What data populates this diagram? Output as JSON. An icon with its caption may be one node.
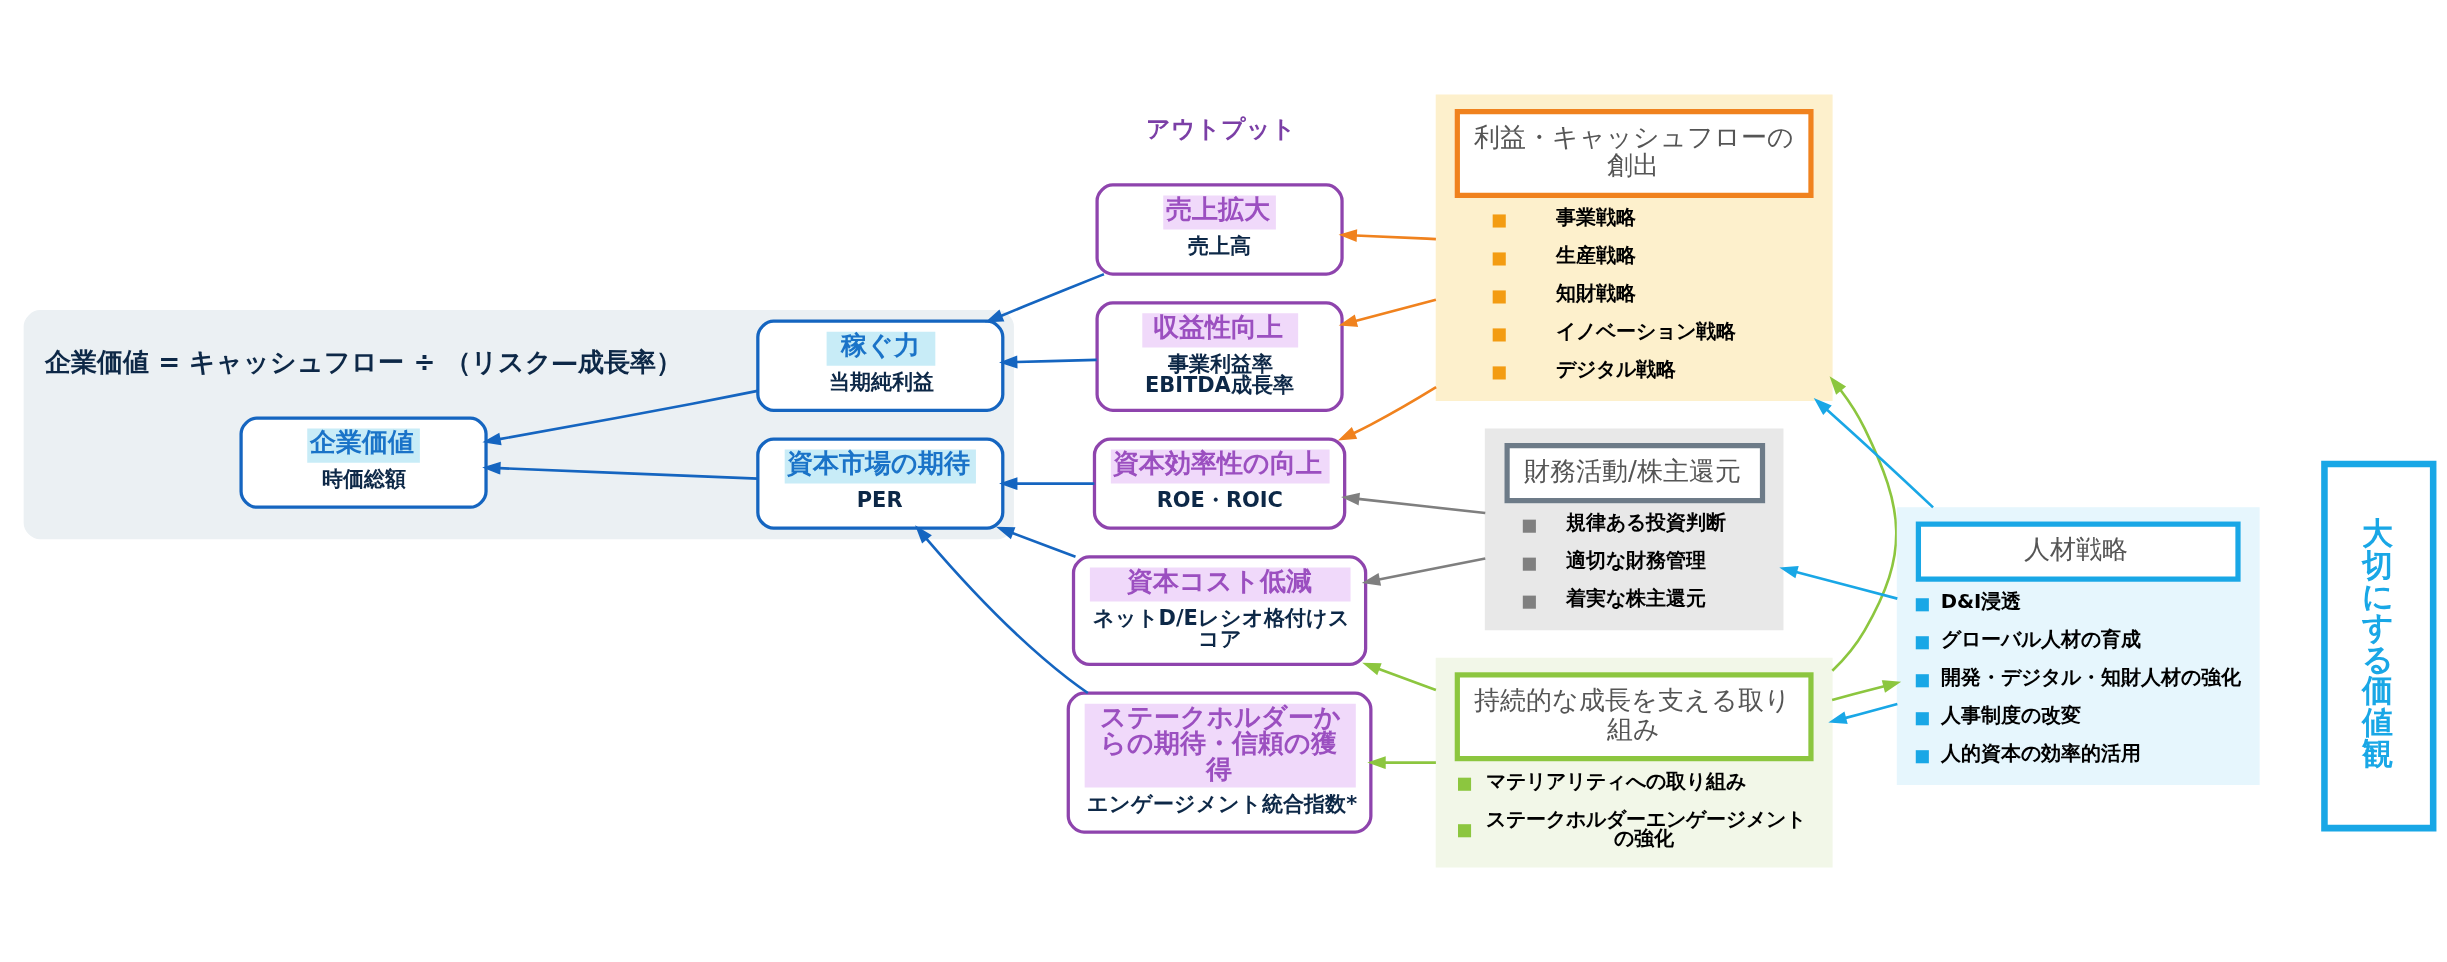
{
  "diagram": {
    "nodes": [
      {
        "text": [],
        "shape": "box"
      },
      {
        "text": [
          "企業価値",
          "時価総額"
        ],
        "in": 0
      },
      {
        "text": [
          "稼ぐ力",
          "当期純利益"
        ],
        "in": 0
      },
      {
        "text": [
          "資本市場の期待",
          "PER"
        ],
        "in": 0
      },
      {
        "text": [
          "売上拡大",
          "売上高"
        ]
      },
      {
        "text": [
          "収益性向上",
          "事業利益率 EBITDA成長率"
        ]
      },
      {
        "text": [
          "資本効率性の向上",
          "ROE・ROIC"
        ]
      },
      {
        "text": [
          "資本コスト低減",
          "ネットD/Eレシオ格付けスコア"
        ]
      },
      {
        "text": [
          "ステークホルダーからの期待・信頼の獲得",
          "エンゲージメント統合指数*"
        ]
      },
      {
        "text": [
          "利益・キャッシュフローの創出",
          "事業戦略",
          "生産戦略",
          "知財戦略",
          "イノベーション戦略",
          "デジタル戦略"
        ]
      },
      {
        "text": [
          "財務活動/株主還元",
          "規律ある投資判断",
          "適切な財務管理",
          "着実な株主還元"
        ]
      },
      {
        "text": [
          "持続的な成長を支える取り組み",
          "マテリアリティへの取り組み",
          "ステークホルダーエンゲージメントの強化"
        ]
      },
      {
        "text": [
          "人材戦略",
          "D&I浸透",
          "グローバル人材の育成",
          "開発・デジタル・知財人材の強化",
          "人事制度の改変",
          "人的資本の効率的活用"
        ]
      },
      {
        "text": [
          "大切にする価値観"
        ]
      }
    ],
    "edges": [
      {
        "from": 2,
        "to": 1,
        "arrow": "to"
      },
      {
        "from": 3,
        "to": 1,
        "arrow": "to"
      },
      {
        "from": 4,
        "to": 2,
        "arrow": "to"
      },
      {
        "from": 5,
        "to": 2,
        "arrow": "to"
      },
      {
        "from": 6,
        "to": 3,
        "arrow": "to"
      },
      {
        "from": 7,
        "to": 3,
        "arrow": "to"
      },
      {
        "from": 8,
        "to": 3,
        "arrow": "to"
      },
      {
        "from": 9,
        "to": 4,
        "arrow": "to",
        "color": "#f0821e"
      },
      {
        "from": 9,
        "to": 5,
        "arrow": "to",
        "color": "#f0821e"
      },
      {
        "from": 9,
        "to": 6,
        "arrow": "to",
        "color": "#f0821e"
      },
      {
        "from": 10,
        "to": 6,
        "arrow": "to",
        "color": "#7f7f7f"
      },
      {
        "from": 10,
        "to": 7,
        "arrow": "to",
        "color": "#7f7f7f"
      },
      {
        "from": 11,
        "to": 7,
        "arrow": "to",
        "color": "#8cc63f"
      },
      {
        "from": 11,
        "to": 8,
        "arrow": "to",
        "color": "#8cc63f"
      },
      {
        "from": 12,
        "to": 9,
        "arrow": "to",
        "color": "#19a7e6"
      },
      {
        "from": 12,
        "to": 10,
        "arrow": "to",
        "color": "#19a7e6"
      },
      {
        "from": 12,
        "to": 11,
        "arrow": "to",
        "color": "#19a7e6"
      },
      {
        "from": 11,
        "to": 9,
        "arrow": "to",
        "color": "#8cc63f"
      },
      {
        "from": 11,
        "to": 12,
        "arrow": "to",
        "color": "#8cc63f"
      }
    ],
    "labels": [
      "アウトプット",
      "企業価値 = キャッシュフロー ÷ （リスク—成長率）"
    ]
  }
}
